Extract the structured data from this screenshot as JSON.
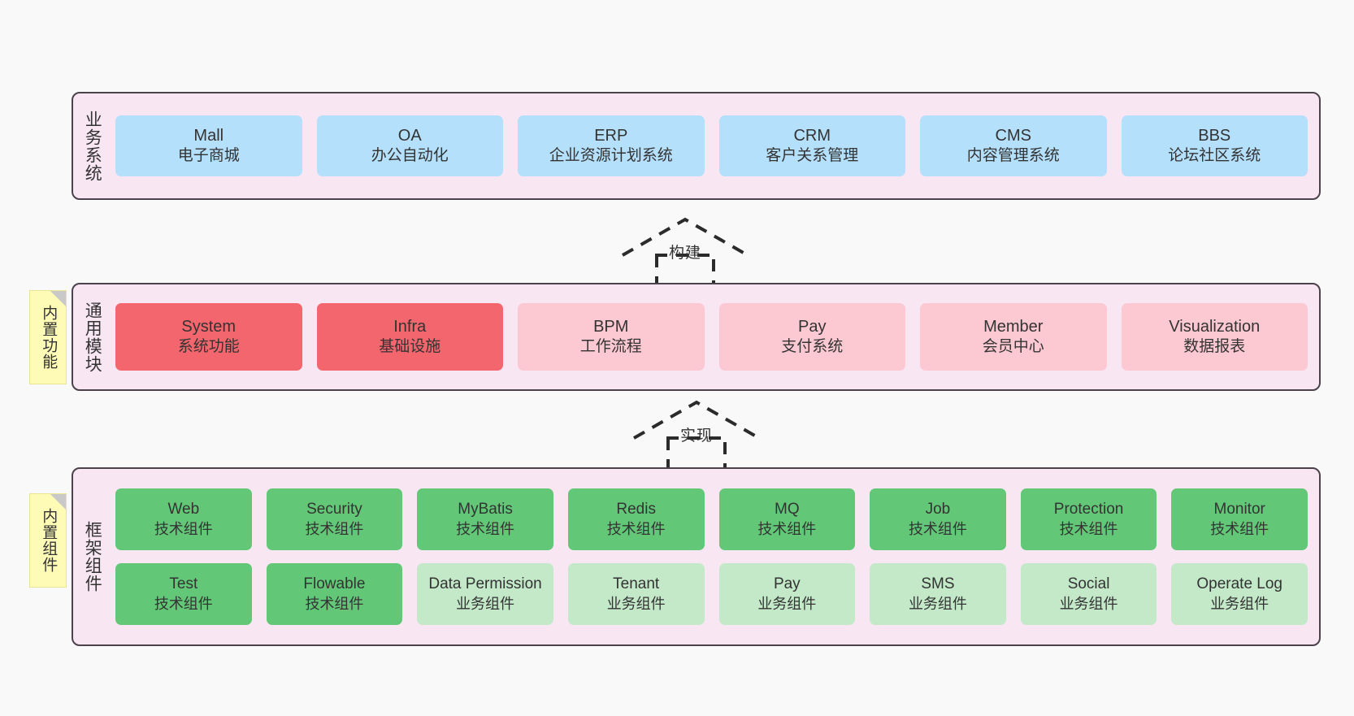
{
  "diagram": {
    "background_color": "#f9f9f9",
    "layer_fill": "#f8e7f3",
    "layer_border": "#4c424c",
    "palette": {
      "business": "#b5e0fb",
      "module_core": "#f4666d",
      "module_optional": "#fcc9d3",
      "tech_component": "#62c877",
      "business_component": "#c3e9c9",
      "note": "#fdfbb5"
    }
  },
  "layers": {
    "business": {
      "label": "业务系统",
      "items": [
        {
          "title": "Mall",
          "sub": "电子商城"
        },
        {
          "title": "OA",
          "sub": "办公自动化"
        },
        {
          "title": "ERP",
          "sub": "企业资源计划系统"
        },
        {
          "title": "CRM",
          "sub": "客户关系管理"
        },
        {
          "title": "CMS",
          "sub": "内容管理系统"
        },
        {
          "title": "BBS",
          "sub": "论坛社区系统"
        }
      ]
    },
    "module": {
      "label": "通用模块",
      "note": "内置功能",
      "items": [
        {
          "title": "System",
          "sub": "系统功能"
        },
        {
          "title": "Infra",
          "sub": "基础设施"
        },
        {
          "title": "BPM",
          "sub": "工作流程"
        },
        {
          "title": "Pay",
          "sub": "支付系统"
        },
        {
          "title": "Member",
          "sub": "会员中心"
        },
        {
          "title": "Visualization",
          "sub": "数据报表"
        }
      ]
    },
    "framework": {
      "label": "框架组件",
      "note": "内置组件",
      "row1": [
        {
          "title": "Web",
          "sub": "技术组件"
        },
        {
          "title": "Security",
          "sub": "技术组件"
        },
        {
          "title": "MyBatis",
          "sub": "技术组件"
        },
        {
          "title": "Redis",
          "sub": "技术组件"
        },
        {
          "title": "MQ",
          "sub": "技术组件"
        },
        {
          "title": "Job",
          "sub": "技术组件"
        },
        {
          "title": "Protection",
          "sub": "技术组件"
        },
        {
          "title": "Monitor",
          "sub": "技术组件"
        }
      ],
      "row2": [
        {
          "title": "Test",
          "sub": "技术组件"
        },
        {
          "title": "Flowable",
          "sub": "技术组件"
        },
        {
          "title": "Data Permission",
          "sub": "业务组件"
        },
        {
          "title": "Tenant",
          "sub": "业务组件"
        },
        {
          "title": "Pay",
          "sub": "业务组件"
        },
        {
          "title": "SMS",
          "sub": "业务组件"
        },
        {
          "title": "Social",
          "sub": "业务组件"
        },
        {
          "title": "Operate Log",
          "sub": "业务组件"
        }
      ]
    }
  },
  "connectors": [
    {
      "label": "构建",
      "style": "dashed-hollow-arrow"
    },
    {
      "label": "实现",
      "style": "dashed-hollow-arrow"
    }
  ]
}
